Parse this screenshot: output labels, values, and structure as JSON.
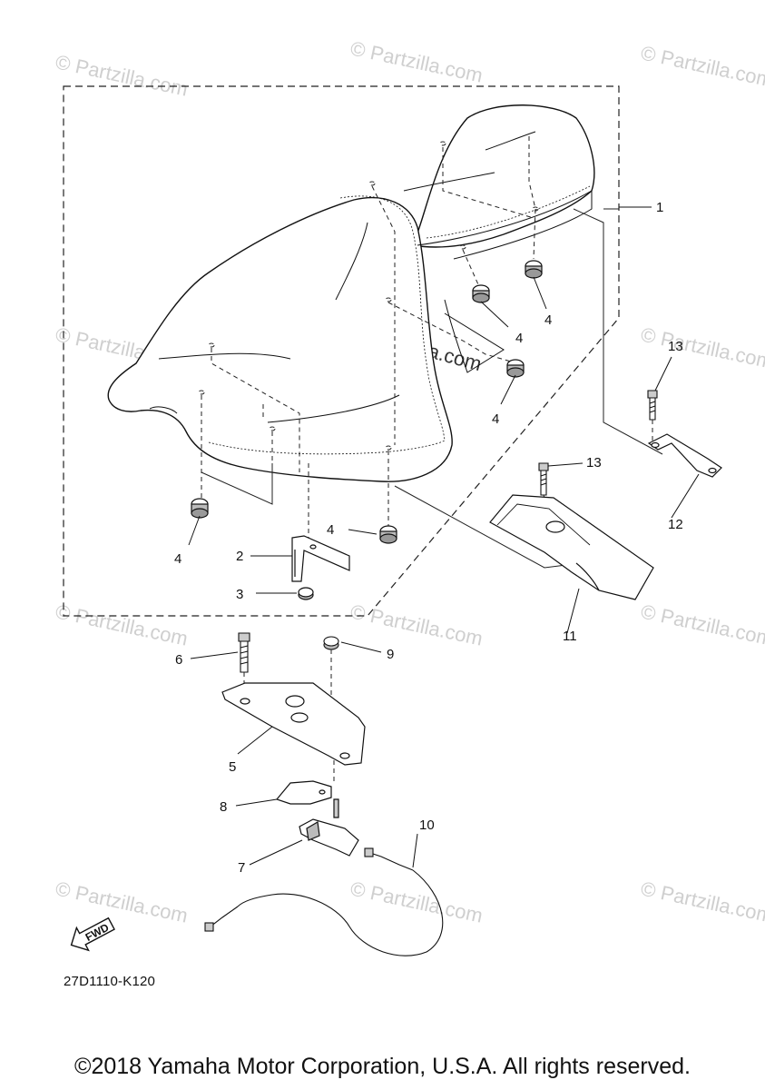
{
  "diagram_code": "27D1110-K120",
  "copyright": "©2018 Yamaha Motor Corporation, U.S.A. All rights reserved.",
  "watermark": "© Partzilla.com",
  "center_watermark": "© Partzilla.com",
  "fwd_label": "FWD",
  "callouts": {
    "c1": "1",
    "c2": "2",
    "c3": "3",
    "c4a": "4",
    "c4b": "4",
    "c4c": "4",
    "c4d": "4",
    "c4e": "4",
    "c5": "5",
    "c6": "6",
    "c7": "7",
    "c8": "8",
    "c9": "9",
    "c10": "10",
    "c11": "11",
    "c12": "12",
    "c13a": "13",
    "c13b": "13"
  }
}
